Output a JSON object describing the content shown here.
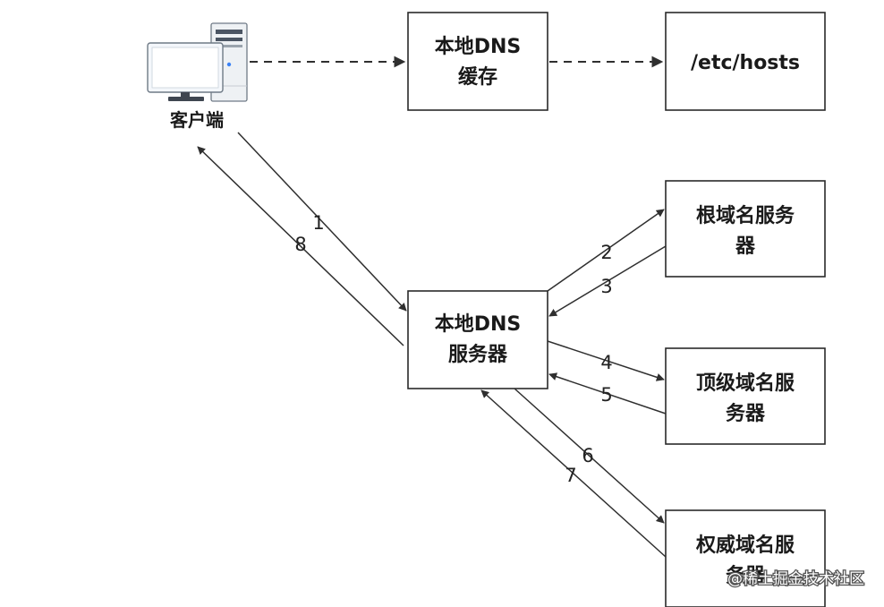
{
  "nodes": {
    "client": {
      "label": "客户端"
    },
    "dns_cache": {
      "line1": "本地DNS",
      "line2": "缓存"
    },
    "hosts_file": {
      "label": "/etc/hosts"
    },
    "local_dns_server": {
      "line1": "本地DNS",
      "line2": "服务器"
    },
    "root_server": {
      "line1": "根域名服务",
      "line2": "器"
    },
    "tld_server": {
      "line1": "顶级域名服",
      "line2": "务器"
    },
    "authoritative_server": {
      "line1": "权威域名服",
      "line2": "务器"
    }
  },
  "steps": [
    "1",
    "2",
    "3",
    "4",
    "5",
    "6",
    "7",
    "8"
  ],
  "watermark": {
    "text": "@稀土掘金技术社区"
  },
  "colors": {
    "stroke": "#2f2f2f",
    "text": "#1a1a1a",
    "monitor_screen": "#f4f7fb",
    "tower_body": "#f0f2f5"
  }
}
